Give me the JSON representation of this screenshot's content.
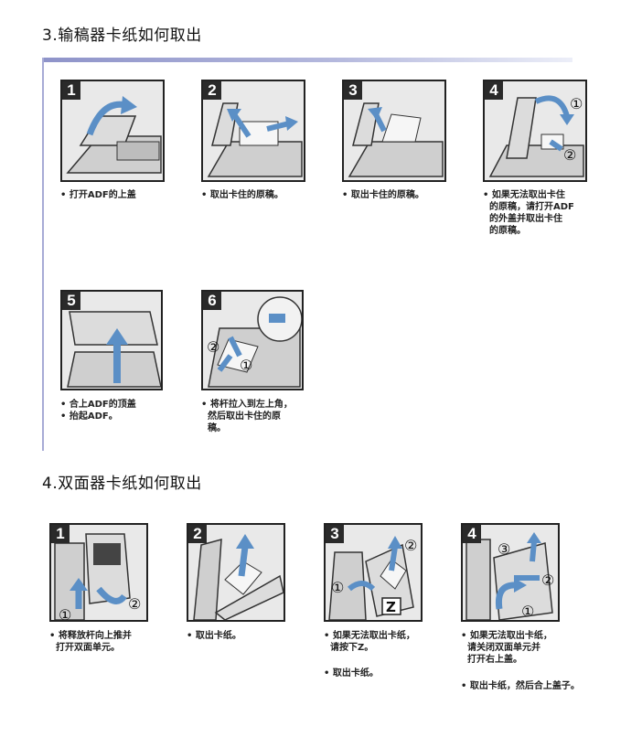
{
  "sections": [
    {
      "title": "3.输稿器卡纸如何取出",
      "steps": [
        {
          "num": "1",
          "caption": "• 打开ADF的上盖"
        },
        {
          "num": "2",
          "caption": "• 取出卡住的原稿。"
        },
        {
          "num": "3",
          "caption": "• 取出卡住的原稿。"
        },
        {
          "num": "4",
          "caption": "• 如果无法取出卡住\n  的原稿，请打开ADF\n  的外盖并取出卡住\n  的原稿。"
        },
        {
          "num": "5",
          "caption": "• 合上ADF的顶盖\n• 抬起ADF。"
        },
        {
          "num": "6",
          "caption": "• 将杆拉入到左上角，\n  然后取出卡住的原\n  稿。"
        }
      ]
    },
    {
      "title": "4.双面器卡纸如何取出",
      "steps": [
        {
          "num": "1",
          "caption": "• 将释放杆向上推并\n  打开双面单元。"
        },
        {
          "num": "2",
          "caption": "• 取出卡纸。"
        },
        {
          "num": "3",
          "caption": "• 如果无法取出卡纸，\n  请按下Z。",
          "caption2": "• 取出卡纸。"
        },
        {
          "num": "4",
          "caption": "• 如果无法取出卡纸，\n  请关闭双面单元并\n  打开右上盖。",
          "caption2": "• 取出卡纸，然后合上盖子。"
        }
      ]
    }
  ],
  "markers": {
    "circle_1": "①",
    "circle_2": "②",
    "circle_3": "③",
    "z_label": "Z"
  },
  "colors": {
    "accent_blue": "#5b8fc6",
    "header_bar": "#8e93c9",
    "panel_bg": "#e9e9e9"
  }
}
